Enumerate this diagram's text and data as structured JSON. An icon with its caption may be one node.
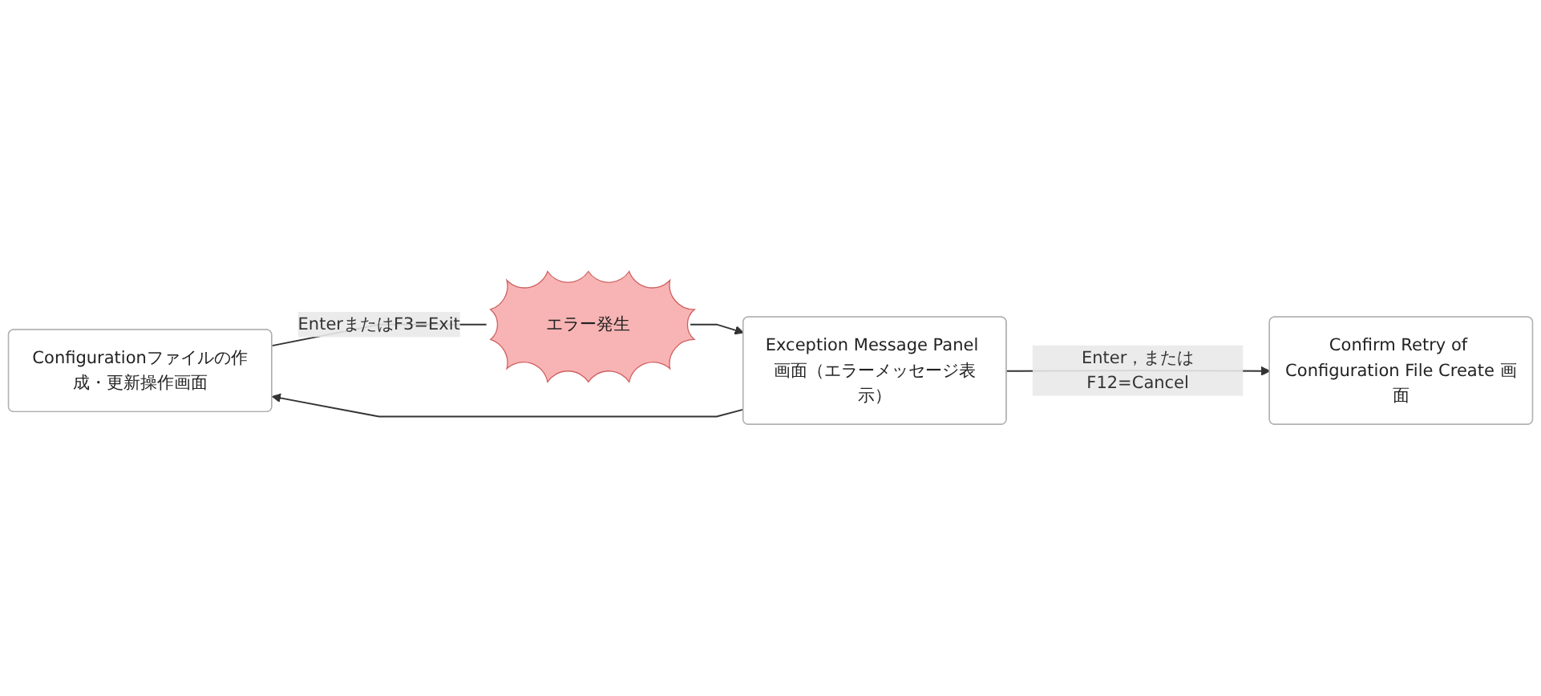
{
  "diagram": {
    "nodes": [
      {
        "text": [
          "Configurationファイルの作成・更新操作画面"
        ]
      },
      {
        "text": [
          "エラー発生"
        ]
      },
      {
        "text": [
          "Exception Message Panel 画面（エラーメッセージ表示）"
        ]
      },
      {
        "text": [
          "Confirm Retry of Configuration File Create 画面"
        ]
      }
    ],
    "edges": [
      {
        "from": 0,
        "to": 1,
        "arrow": "none",
        "label": "EnterまたはF3=Exit"
      },
      {
        "from": 1,
        "to": 2,
        "arrow": "to"
      },
      {
        "from": 2,
        "to": 0,
        "arrow": "to"
      },
      {
        "from": 2,
        "to": 3,
        "arrow": "to",
        "label": "Enter，またはF12=Cancel"
      }
    ]
  }
}
